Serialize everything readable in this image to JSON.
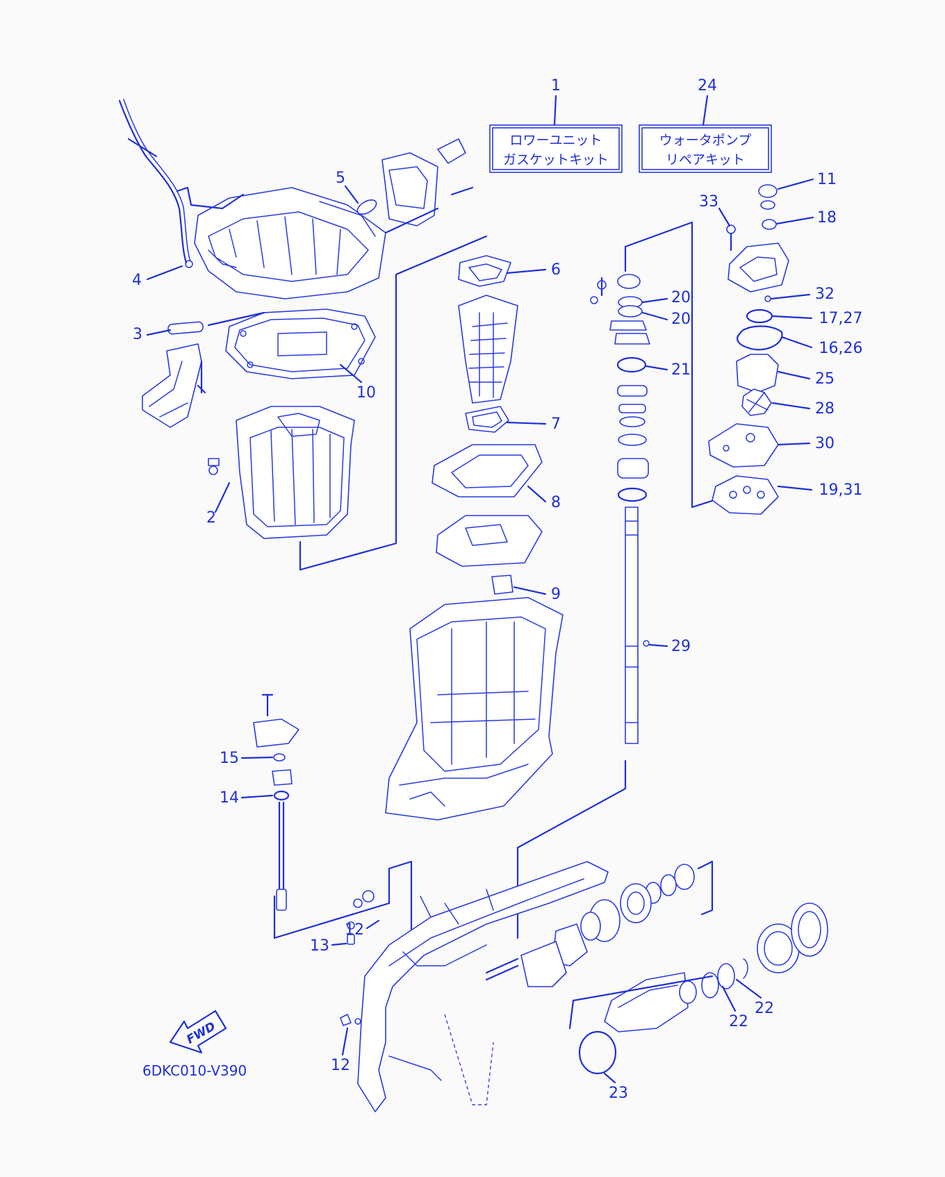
{
  "diagram": {
    "code": "6DKC010-V390",
    "fwd_label": "FWD",
    "colors": {
      "line": "#1f2fd6",
      "background": "#fafafa"
    },
    "kits": [
      {
        "number": "1",
        "line1": "ロワーユニット",
        "line2": "ガスケットキット"
      },
      {
        "number": "24",
        "line1": "ウォータポンプ",
        "line2": "リペアキット"
      }
    ],
    "callouts": [
      "2",
      "3",
      "4",
      "5",
      "6",
      "7",
      "8",
      "9",
      "10",
      "11",
      "12",
      "12",
      "13",
      "14",
      "15",
      "16,26",
      "17,27",
      "18",
      "19,31",
      "20",
      "20",
      "21",
      "22",
      "22",
      "23",
      "25",
      "28",
      "29",
      "30",
      "32",
      "33"
    ]
  }
}
